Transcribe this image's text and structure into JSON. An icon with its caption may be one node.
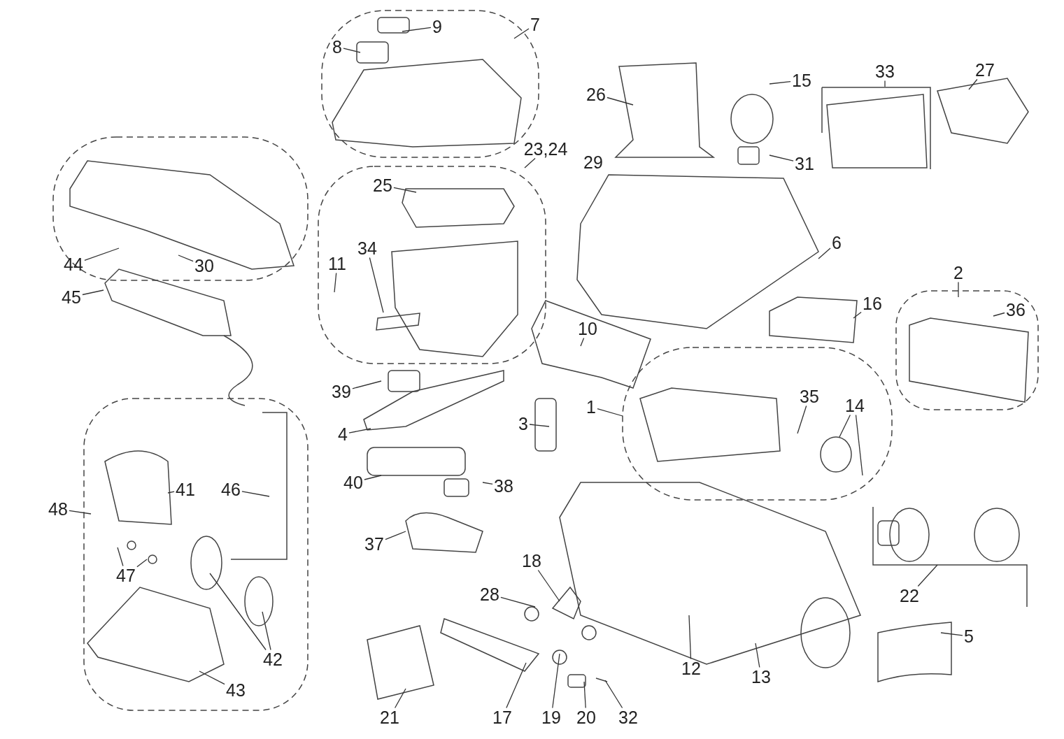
{
  "diagram": {
    "nodes": [
      {
        "text": [
          "9"
        ]
      },
      {
        "text": [
          "7"
        ]
      },
      {
        "text": [
          "8"
        ]
      },
      {
        "text": [
          "26"
        ]
      },
      {
        "text": [
          "15"
        ]
      },
      {
        "text": [
          "33"
        ]
      },
      {
        "text": [
          "27"
        ]
      },
      {
        "text": [
          "23,24"
        ]
      },
      {
        "text": [
          "31"
        ]
      },
      {
        "text": [
          "25"
        ]
      },
      {
        "text": [
          "34"
        ]
      },
      {
        "text": [
          "11"
        ]
      },
      {
        "text": [
          "44"
        ]
      },
      {
        "text": [
          "30"
        ]
      },
      {
        "text": [
          "6"
        ]
      },
      {
        "text": [
          "45"
        ]
      },
      {
        "text": [
          "16"
        ]
      },
      {
        "text": [
          "2"
        ]
      },
      {
        "text": [
          "36"
        ]
      },
      {
        "text": [
          "10"
        ]
      },
      {
        "text": [
          "39"
        ]
      },
      {
        "text": [
          "35"
        ]
      },
      {
        "text": [
          "14"
        ]
      },
      {
        "text": [
          "1"
        ]
      },
      {
        "text": [
          "3"
        ]
      },
      {
        "text": [
          "4"
        ]
      },
      {
        "text": [
          "40"
        ]
      },
      {
        "text": [
          "38"
        ]
      },
      {
        "text": [
          "46"
        ]
      },
      {
        "text": [
          "41"
        ]
      },
      {
        "text": [
          "48"
        ]
      },
      {
        "text": [
          "37"
        ]
      },
      {
        "text": [
          "18"
        ]
      },
      {
        "text": [
          "47"
        ]
      },
      {
        "text": [
          "28"
        ]
      },
      {
        "text": [
          "22"
        ]
      },
      {
        "text": [
          "5"
        ]
      },
      {
        "text": [
          "42"
        ]
      },
      {
        "text": [
          "12"
        ]
      },
      {
        "text": [
          "13"
        ]
      },
      {
        "text": [
          "43"
        ]
      },
      {
        "text": [
          "21"
        ]
      },
      {
        "text": [
          "17"
        ]
      },
      {
        "text": [
          "19"
        ]
      },
      {
        "text": [
          "20"
        ]
      },
      {
        "text": [
          "32"
        ]
      }
    ],
    "edges": [
      {
        "from": 0,
        "to": null,
        "arrow": "none"
      },
      {
        "from": 1,
        "to": null,
        "arrow": "none"
      },
      {
        "from": 2,
        "to": null,
        "arrow": "none"
      },
      {
        "from": 3,
        "to": null,
        "arrow": "none"
      },
      {
        "from": 4,
        "to": null,
        "arrow": "none"
      },
      {
        "from": 5,
        "to": null,
        "arrow": "none"
      },
      {
        "from": 6,
        "to": null,
        "arrow": "none"
      },
      {
        "from": 7,
        "to": null,
        "arrow": "none"
      },
      {
        "from": 8,
        "to": null,
        "arrow": "none"
      },
      {
        "from": 9,
        "to": null,
        "arrow": "none"
      },
      {
        "from": 10,
        "to": null,
        "arrow": "none"
      },
      {
        "from": 11,
        "to": null,
        "arrow": "none"
      },
      {
        "from": 12,
        "to": null,
        "arrow": "none"
      },
      {
        "from": 13,
        "to": null,
        "arrow": "none"
      },
      {
        "from": 14,
        "to": null,
        "arrow": "none"
      },
      {
        "from": 15,
        "to": null,
        "arrow": "none"
      },
      {
        "from": 16,
        "to": null,
        "arrow": "none"
      },
      {
        "from": 17,
        "to": null,
        "arrow": "none"
      },
      {
        "from": 18,
        "to": null,
        "arrow": "none"
      },
      {
        "from": 19,
        "to": null,
        "arrow": "none"
      },
      {
        "from": 20,
        "to": null,
        "arrow": "none"
      },
      {
        "from": 21,
        "to": null,
        "arrow": "none"
      },
      {
        "from": 22,
        "to": null,
        "arrow": "none"
      },
      {
        "from": 22,
        "to": null,
        "arrow": "none"
      },
      {
        "from": 23,
        "to": null,
        "arrow": "none"
      },
      {
        "from": 24,
        "to": null,
        "arrow": "none"
      },
      {
        "from": 25,
        "to": null,
        "arrow": "none"
      },
      {
        "from": 26,
        "to": null,
        "arrow": "none"
      },
      {
        "from": 27,
        "to": null,
        "arrow": "none"
      },
      {
        "from": 28,
        "to": null,
        "arrow": "none"
      },
      {
        "from": 29,
        "to": null,
        "arrow": "none"
      },
      {
        "from": 30,
        "to": null,
        "arrow": "none"
      },
      {
        "from": 31,
        "to": null,
        "arrow": "none"
      },
      {
        "from": 32,
        "to": null,
        "arrow": "none"
      },
      {
        "from": 33,
        "to": null,
        "arrow": "none"
      },
      {
        "from": 33,
        "to": null,
        "arrow": "none"
      },
      {
        "from": 34,
        "to": null,
        "arrow": "none"
      },
      {
        "from": 35,
        "to": null,
        "arrow": "none"
      },
      {
        "from": 36,
        "to": null,
        "arrow": "none"
      },
      {
        "from": 37,
        "to": null,
        "arrow": "none"
      },
      {
        "from": 37,
        "to": null,
        "arrow": "none"
      },
      {
        "from": 38,
        "to": null,
        "arrow": "none"
      },
      {
        "from": 39,
        "to": null,
        "arrow": "none"
      },
      {
        "from": 40,
        "to": null,
        "arrow": "none"
      },
      {
        "from": 41,
        "to": null,
        "arrow": "none"
      },
      {
        "from": 42,
        "to": null,
        "arrow": "none"
      },
      {
        "from": 43,
        "to": null,
        "arrow": "none"
      },
      {
        "from": 44,
        "to": null,
        "arrow": "none"
      },
      {
        "from": 45,
        "to": null,
        "arrow": "none"
      }
    ],
    "labels": [
      "29"
    ]
  }
}
